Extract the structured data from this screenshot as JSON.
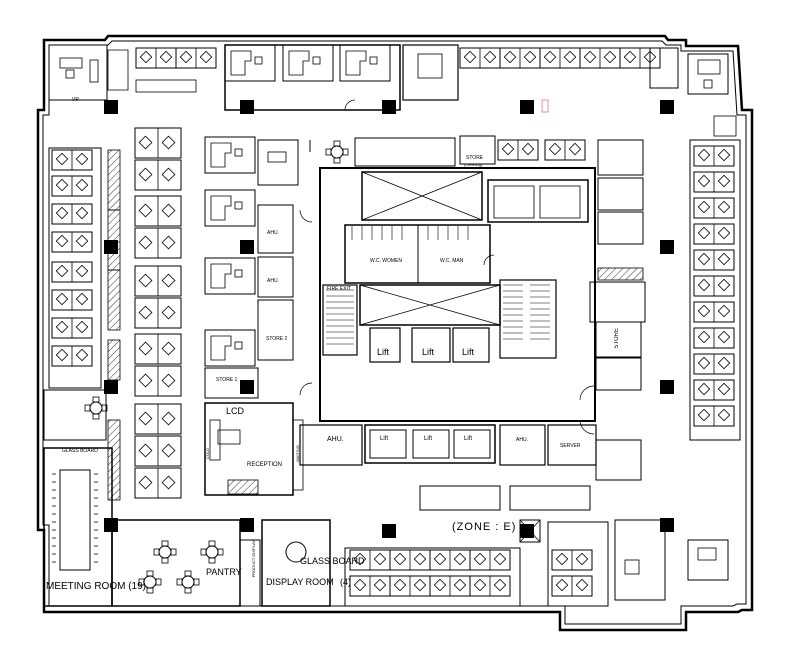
{
  "plan": {
    "zone_label": "(ZONE : E)",
    "rooms": {
      "vp": "VP",
      "meeting_room": "MEETING ROOM (19)",
      "meeting_room_small": "GLASS BOARD",
      "pantry": "PANTRY",
      "display_room": "DISPLAY ROOM",
      "display_room_count": "(4)",
      "glass_board": "GLASS BOARD",
      "reception": "RECEPTION",
      "lcd": "LCD",
      "store_1": "STORE 1",
      "store_2": "STORE 2",
      "store_right": "STORE",
      "store_top": "STORE",
      "store_top_sub": "(Cleaning)",
      "ahu_1": "AHU.",
      "ahu_2": "AHU.",
      "ahu_3": "AHU.",
      "ahu_4": "AHU.",
      "server": "SERVER",
      "wc_women": "W.C. WOMEN",
      "wc_man": "W.C. MAN",
      "fire_exit": "FIRE EXIT",
      "lift_1": "Lift",
      "lift_2": "Lift",
      "lift_3": "Lift",
      "lift_4": "Lift",
      "lift_5": "Lift",
      "lift_6": "Lift",
      "product_display": "PRODUCT DISPLAY",
      "waiting": "WAITING",
      "cold": "COLD"
    },
    "colors": {
      "line": "#000000",
      "column": "#000000",
      "background": "#ffffff",
      "pink_door": "#d66"
    }
  }
}
